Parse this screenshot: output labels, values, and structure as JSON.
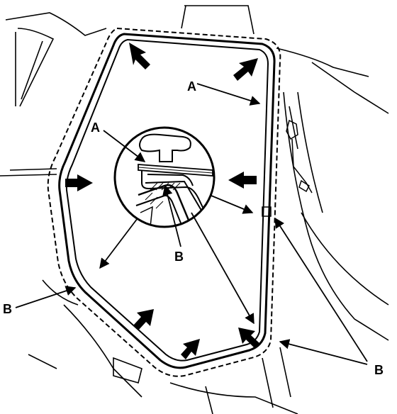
{
  "labels": {
    "a_upper": "A",
    "a_detail": "A",
    "b_detail": "B",
    "b_left": "B",
    "b_right": "B"
  }
}
